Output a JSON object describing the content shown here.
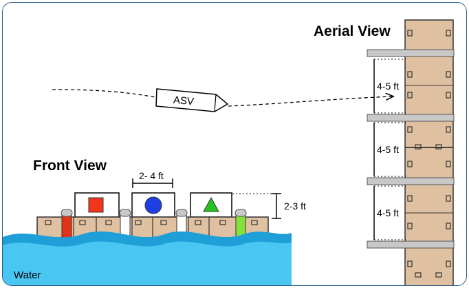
{
  "front_view": {
    "title": "Front View",
    "width_label": "2- 4 ft",
    "height_label": "2-3 ft"
  },
  "aerial_view": {
    "title": "Aerial View",
    "gap_labels": [
      "4-5 ft",
      "4-5 ft",
      "4-5 ft"
    ]
  },
  "vehicle": {
    "label": "ASV"
  },
  "water": {
    "label": "Water"
  },
  "colors": {
    "dock": "#dfc1a1",
    "dock_stroke": "#333333",
    "red_buoy": "#e03318",
    "green_buoy": "#86e03a",
    "red_square": "#f3361b",
    "blue_circle": "#1f3fe6",
    "green_triangle": "#25c21f",
    "water_light": "#49c6f2",
    "water_dark": "#1f9fd8",
    "pole": "#c8c8c8",
    "frame": "#2f5d8a"
  },
  "icons": {
    "shapes": [
      "red-square-icon",
      "blue-circle-icon",
      "green-triangle-icon"
    ]
  }
}
